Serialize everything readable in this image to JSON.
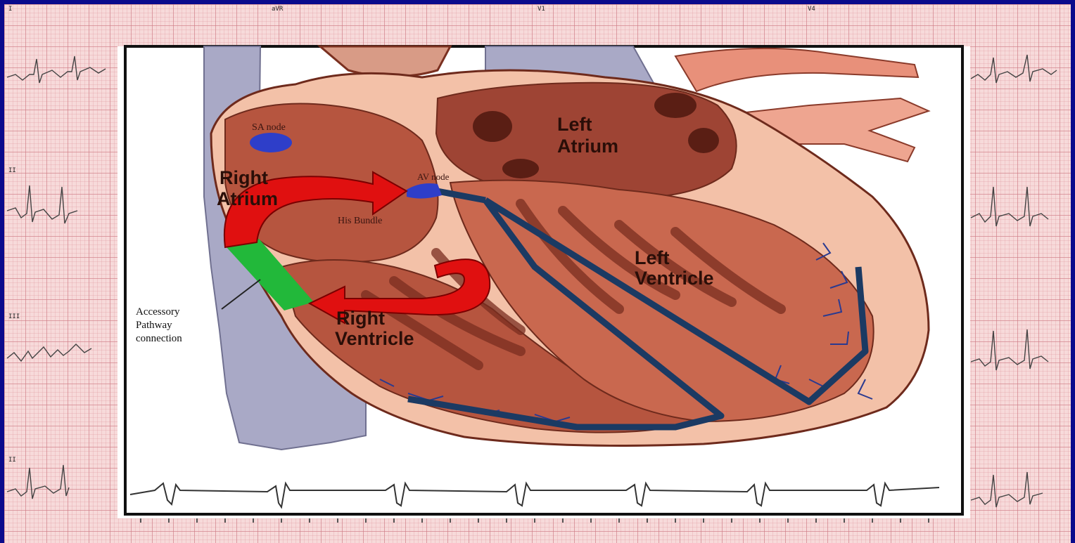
{
  "ecg_leads": {
    "top": [
      "I",
      "aVR",
      "V1",
      "V4"
    ],
    "left": [
      "II",
      "III",
      "II"
    ]
  },
  "labels": {
    "sa_node": "SA node",
    "av_node": "AV node",
    "right_atrium_line1": "Right",
    "right_atrium_line2": "Atrium",
    "left_atrium_line1": "Left",
    "left_atrium_line2": "Atrium",
    "his_bundle": "His Bundle",
    "left_ventricle_line1": "Left",
    "left_ventricle_line2": "Ventricle",
    "right_ventricle_line1": "Right",
    "right_ventricle_line2": "Ventricle",
    "accessory_line1": "Accessory",
    "accessory_line2": "Pathway",
    "accessory_line3": "connection"
  },
  "colors": {
    "border": "#0a0a8c",
    "ecg_paper": "#f7dada",
    "myocardium": "#b6553f",
    "chamber": "#9e4434",
    "vessel": "#a9a9c6",
    "conduction": "#1b3a63",
    "reentry_arrow": "#e01010",
    "accessory_pathway": "#22b83a",
    "sa_node": "#2e3ec9"
  }
}
